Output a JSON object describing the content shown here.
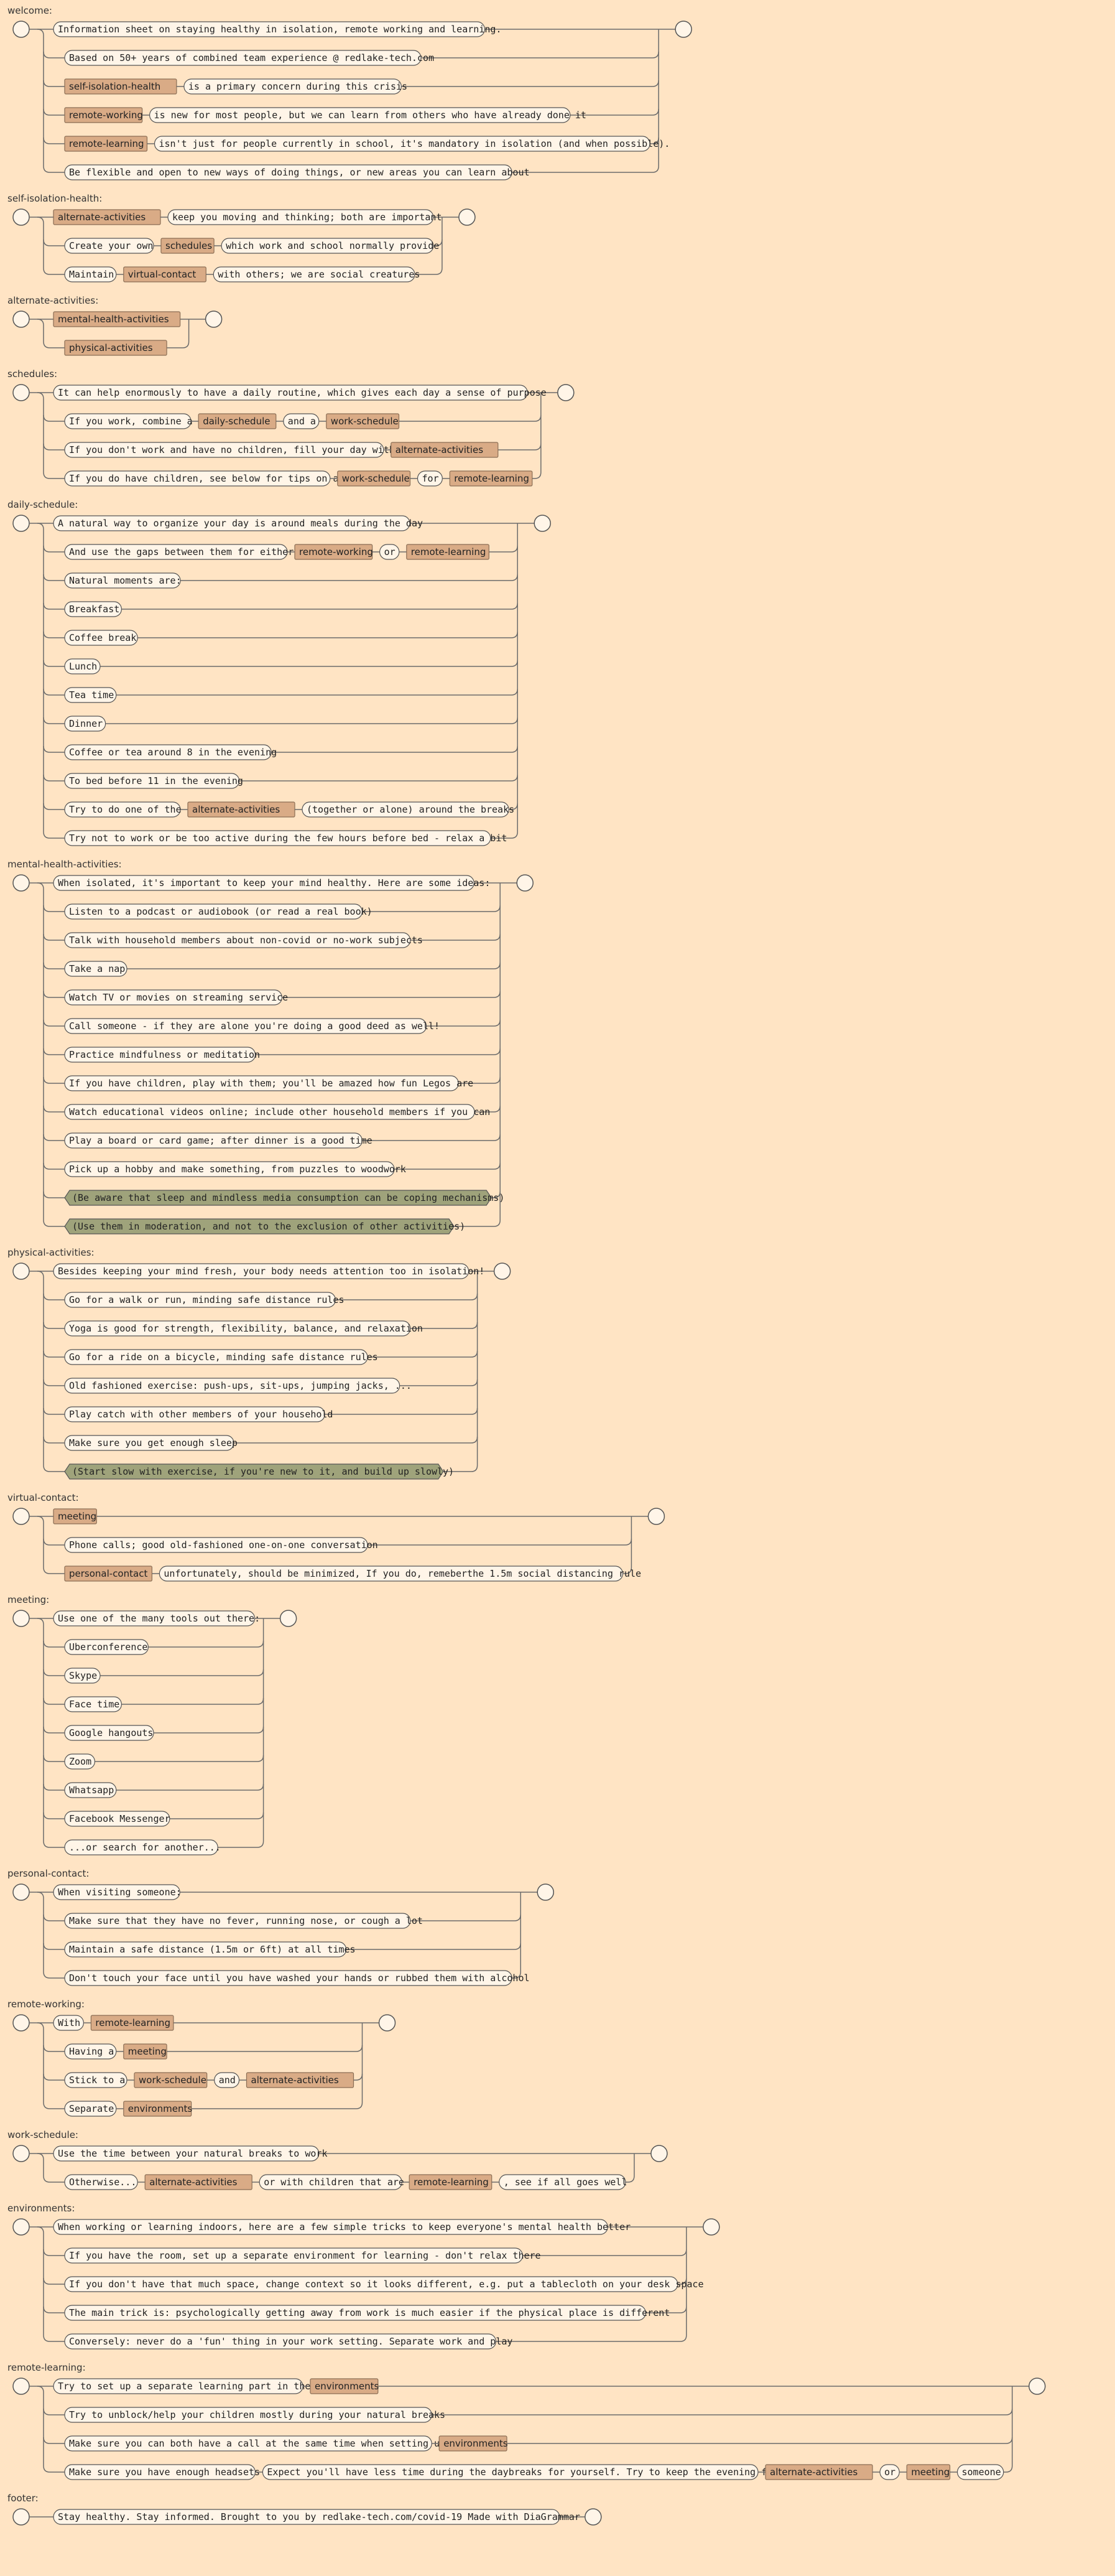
{
  "diagram": {
    "title": "",
    "rules": [
      {
        "name": "welcome:",
        "alts": [
          [
            {
              "t": "Information sheet on staying healthy in isolation, remote working and learning."
            }
          ],
          [
            {
              "t": "Based on 50+ years of combined team experience @ redlake-tech.com"
            }
          ],
          [
            {
              "n": "self-isolation-health"
            },
            {
              "t": "is a primary concern during this crisis"
            }
          ],
          [
            {
              "n": "remote-working"
            },
            {
              "t": "is new for most people, but we can learn from others who have already done it"
            }
          ],
          [
            {
              "n": "remote-learning"
            },
            {
              "t": "isn't just for people currently in school, it's mandatory in isolation (and when possible)."
            }
          ],
          [
            {
              "t": "Be flexible and open to new ways of doing things, or new areas you can learn about"
            }
          ]
        ]
      },
      {
        "name": "self-isolation-health:",
        "alts": [
          [
            {
              "n": "alternate-activities"
            },
            {
              "t": "keep you moving and thinking; both are important"
            }
          ],
          [
            {
              "t": "Create your own"
            },
            {
              "n": "schedules"
            },
            {
              "t": "which work and school normally provide"
            }
          ],
          [
            {
              "t": "Maintain"
            },
            {
              "n": "virtual-contact"
            },
            {
              "t": "with others; we are social creatures"
            }
          ]
        ]
      },
      {
        "name": "alternate-activities:",
        "alts": [
          [
            {
              "n": "mental-health-activities"
            }
          ],
          [
            {
              "n": "physical-activities"
            }
          ]
        ]
      },
      {
        "name": "schedules:",
        "alts": [
          [
            {
              "t": "It can help enormously to have a daily routine, which gives each day a sense of purpose"
            }
          ],
          [
            {
              "t": "If you work, combine a"
            },
            {
              "n": "daily-schedule"
            },
            {
              "t": "and a"
            },
            {
              "n": "work-schedule"
            }
          ],
          [
            {
              "t": "If you don't work and have no children, fill your day with"
            },
            {
              "n": "alternate-activities"
            }
          ],
          [
            {
              "t": "If you do have children, see below for tips on a"
            },
            {
              "n": "work-schedule"
            },
            {
              "t": "for"
            },
            {
              "n": "remote-learning"
            }
          ]
        ]
      },
      {
        "name": "daily-schedule:",
        "alts": [
          [
            {
              "t": "A natural way to organize your day is around meals during the day"
            }
          ],
          [
            {
              "t": "And use the gaps between them for either"
            },
            {
              "n": "remote-working"
            },
            {
              "t": "or"
            },
            {
              "n": "remote-learning"
            }
          ],
          [
            {
              "t": "Natural moments are:"
            }
          ],
          [
            {
              "t": "Breakfast"
            }
          ],
          [
            {
              "t": "Coffee break"
            }
          ],
          [
            {
              "t": "Lunch"
            }
          ],
          [
            {
              "t": "Tea time"
            }
          ],
          [
            {
              "t": "Dinner"
            }
          ],
          [
            {
              "t": "Coffee or tea around 8 in the evening"
            }
          ],
          [
            {
              "t": "To bed before 11 in the evening"
            }
          ],
          [
            {
              "t": "Try to do one of the"
            },
            {
              "n": "alternate-activities"
            },
            {
              "t": "(together or alone) around the breaks"
            }
          ],
          [
            {
              "t": "Try not to work or be too active during the few hours before bed - relax a bit"
            }
          ]
        ]
      },
      {
        "name": "mental-health-activities:",
        "alts": [
          [
            {
              "t": "When isolated, it's important to keep your mind healthy. Here are some ideas:"
            }
          ],
          [
            {
              "t": "Listen to a podcast or audiobook (or read a real book)"
            }
          ],
          [
            {
              "t": "Talk with household members about non-covid or no-work subjects"
            }
          ],
          [
            {
              "t": "Take a nap"
            }
          ],
          [
            {
              "t": "Watch TV or movies on streaming service"
            }
          ],
          [
            {
              "t": "Call someone - if they are alone you're doing a good deed as well!"
            }
          ],
          [
            {
              "t": "Practice mindfulness or meditation"
            }
          ],
          [
            {
              "t": "If you have children, play with them; you'll be amazed how fun Legos are"
            }
          ],
          [
            {
              "t": "Watch educational videos online; include other household members if you can"
            }
          ],
          [
            {
              "t": "Play a board or card game; after dinner is a good time"
            }
          ],
          [
            {
              "t": "Pick up a hobby and make something, from puzzles to woodwork"
            }
          ],
          [
            {
              "s": "(Be aware that sleep and mindless media consumption can be coping mechanisms)"
            }
          ],
          [
            {
              "s": "(Use them in moderation, and not to the exclusion of other activities)"
            }
          ]
        ]
      },
      {
        "name": "physical-activities:",
        "alts": [
          [
            {
              "t": "Besides keeping your mind fresh, your body needs attention too in isolation!"
            }
          ],
          [
            {
              "t": "Go for a walk or run, minding safe distance rules"
            }
          ],
          [
            {
              "t": "Yoga is good for strength, flexibility, balance, and relaxation"
            }
          ],
          [
            {
              "t": "Go for a ride on a bicycle, minding safe distance rules"
            }
          ],
          [
            {
              "t": "Old fashioned exercise: push-ups, sit-ups, jumping jacks, ..."
            }
          ],
          [
            {
              "t": "Play catch with other members of your household"
            }
          ],
          [
            {
              "t": "Make sure you get enough sleep"
            }
          ],
          [
            {
              "s": "(Start slow with exercise, if you're new to it, and build up slowly)"
            }
          ]
        ]
      },
      {
        "name": "virtual-contact:",
        "alts": [
          [
            {
              "n": "meeting"
            }
          ],
          [
            {
              "t": "Phone calls; good old-fashioned one-on-one conversation"
            }
          ],
          [
            {
              "n": "personal-contact"
            },
            {
              "t": "unfortunately, should be minimized, If you do, remeberthe 1.5m social distancing rule"
            }
          ]
        ]
      },
      {
        "name": "meeting:",
        "alts": [
          [
            {
              "t": "Use one of the many tools out there:"
            }
          ],
          [
            {
              "t": "Uberconference"
            }
          ],
          [
            {
              "t": "Skype"
            }
          ],
          [
            {
              "t": "Face time"
            }
          ],
          [
            {
              "t": "Google hangouts"
            }
          ],
          [
            {
              "t": "Zoom"
            }
          ],
          [
            {
              "t": "Whatsapp"
            }
          ],
          [
            {
              "t": "Facebook Messenger"
            }
          ],
          [
            {
              "t": "...or search for another..."
            }
          ]
        ]
      },
      {
        "name": "personal-contact:",
        "alts": [
          [
            {
              "t": "When visiting someone:"
            }
          ],
          [
            {
              "t": "Make sure that they have no fever, running nose, or cough a lot"
            }
          ],
          [
            {
              "t": "Maintain a safe distance (1.5m or 6ft) at all times"
            }
          ],
          [
            {
              "t": "Don't touch your face until you have washed your hands or rubbed them with alcohol"
            }
          ]
        ]
      },
      {
        "name": "remote-working:",
        "alts": [
          [
            {
              "t": "With"
            },
            {
              "n": "remote-learning"
            }
          ],
          [
            {
              "t": "Having a"
            },
            {
              "n": "meeting"
            }
          ],
          [
            {
              "t": "Stick to a"
            },
            {
              "n": "work-schedule"
            },
            {
              "t": "and"
            },
            {
              "n": "alternate-activities"
            }
          ],
          [
            {
              "t": "Separate"
            },
            {
              "n": "environments"
            }
          ]
        ]
      },
      {
        "name": "work-schedule:",
        "alts": [
          [
            {
              "t": "Use the time between your natural breaks to work"
            }
          ],
          [
            {
              "t": "Otherwise..."
            },
            {
              "n": "alternate-activities"
            },
            {
              "t": "or with children that are"
            },
            {
              "n": "remote-learning"
            },
            {
              "t": ", see if all goes well"
            }
          ]
        ]
      },
      {
        "name": "environments:",
        "alts": [
          [
            {
              "t": "When working or learning indoors, here are a few simple tricks to keep everyone's mental health better"
            }
          ],
          [
            {
              "t": "If you have the room, set up a separate environment for learning - don't relax there"
            }
          ],
          [
            {
              "t": "If you don't have that much space, change context so it looks different, e.g. put a tablecloth on your desk space"
            }
          ],
          [
            {
              "t": "The main trick is: psychologically getting away from work is much easier if the physical place is different"
            }
          ],
          [
            {
              "t": "Conversely: never do a 'fun' thing in your work setting. Separate work and play"
            }
          ]
        ]
      },
      {
        "name": "remote-learning:",
        "alts": [
          [
            {
              "t": "Try to set up a separate learning part in the"
            },
            {
              "n": "environments"
            }
          ],
          [
            {
              "t": "Try to unblock/help your children mostly during your natural breaks"
            }
          ],
          [
            {
              "t": "Make sure you can both have a call at the same time when setting up"
            },
            {
              "n": "environments"
            }
          ],
          [
            {
              "t": "Make sure you have enough headsets"
            },
            {
              "t": "Expect you'll have less time during the daybreaks for yourself. Try to keep the evening for"
            },
            {
              "n": "alternate-activities"
            },
            {
              "t": "or"
            },
            {
              "n": "meeting"
            },
            {
              "t": "someone"
            }
          ]
        ]
      },
      {
        "name": "footer:",
        "alts": [
          [
            {
              "t": "Stay healthy. Stay informed. Brought to you by redlake-tech.com/covid-19 Made with DiaGrammar"
            }
          ]
        ]
      }
    ]
  }
}
